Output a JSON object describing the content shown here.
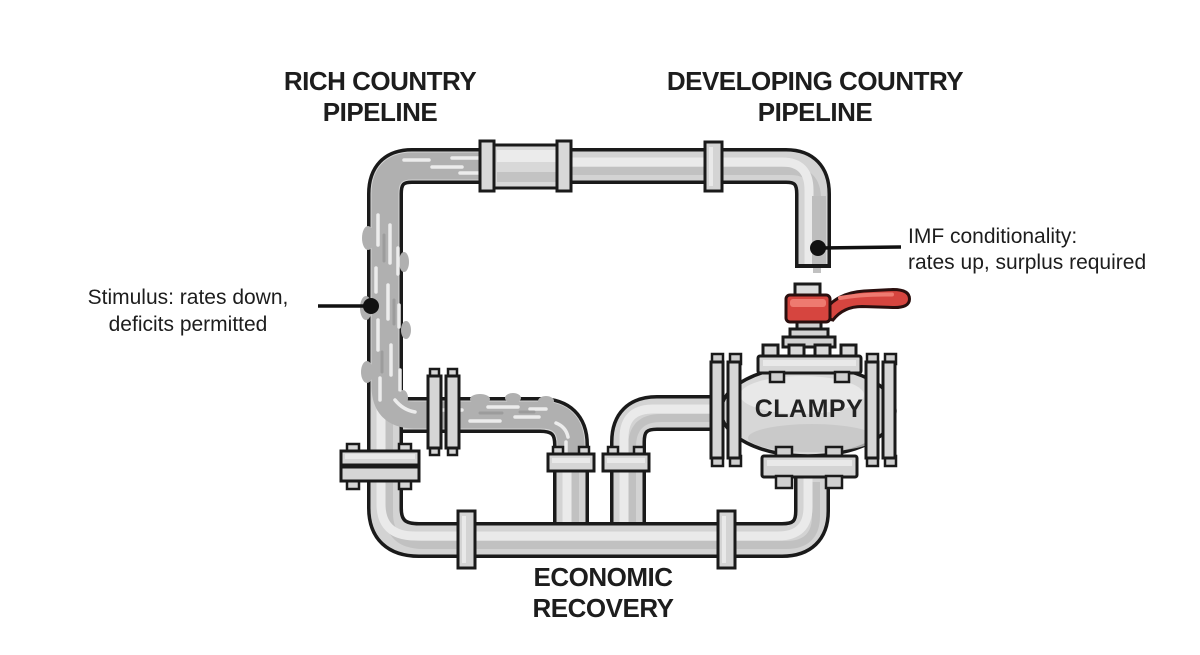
{
  "labels": {
    "rich_pipeline": {
      "line1": "RICH COUNTRY",
      "line2": "PIPELINE"
    },
    "developing_pipeline": {
      "line1": "DEVELOPING COUNTRY",
      "line2": "PIPELINE"
    },
    "economic_recovery": {
      "line1": "ECONOMIC",
      "line2": "RECOVERY"
    }
  },
  "annotations": {
    "stimulus": {
      "line1": "Stimulus: rates down,",
      "line2": "deficits permitted"
    },
    "imf": {
      "line1": "IMF conditionality:",
      "line2": "rates up, surplus required"
    }
  },
  "valve": {
    "name": "CLAMPY",
    "handle_icon": "red-lever-valve-handle",
    "handle_color": "#d6453f"
  },
  "colors": {
    "background": "#ffffff",
    "pipe_fill": "#d3d3d3",
    "pipe_outline": "#1a1a1a",
    "pipe_highlight": "#eaeaea",
    "pipe_shade": "#c1c1c1",
    "fluid": "#b0b0b0",
    "fluid_streak": "#ececec",
    "valve_handle_red": "#d6453f",
    "text": "#1d1d1d"
  }
}
